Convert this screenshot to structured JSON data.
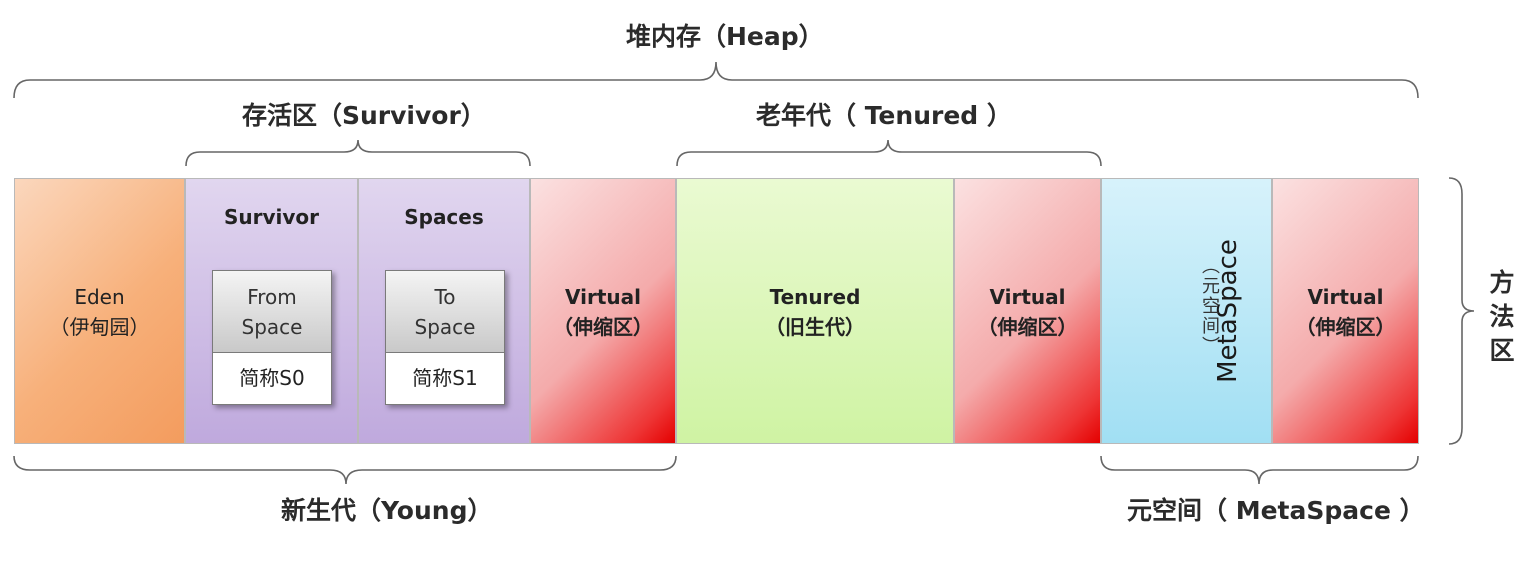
{
  "labels": {
    "heap": "堆内存（Heap）",
    "survivor_area": "存活区（Survivor）",
    "tenured_area": "老年代（ Tenured ）",
    "young": "新生代（Young）",
    "metaspace_area": "元空间（ MetaSpace ）",
    "method_area": [
      "方",
      "法",
      "区"
    ]
  },
  "blocks": {
    "eden": {
      "line1": "Eden",
      "line2": "（伊甸园）"
    },
    "survivor_head_left": "Survivor",
    "survivor_head_right": "Spaces",
    "from_space": {
      "line1": "From",
      "line2": "Space",
      "alias": "简称S0"
    },
    "to_space": {
      "line1": "To",
      "line2": "Space",
      "alias": "简称S1"
    },
    "virtual": {
      "line1": "Virtual",
      "line2": "（伸缩区）"
    },
    "tenured": {
      "line1": "Tenured",
      "line2": "（旧生代）"
    },
    "metaspace": {
      "name": "MetaSpace",
      "cjk": [
        "︵",
        "元",
        "空",
        "间",
        "︶"
      ]
    }
  }
}
